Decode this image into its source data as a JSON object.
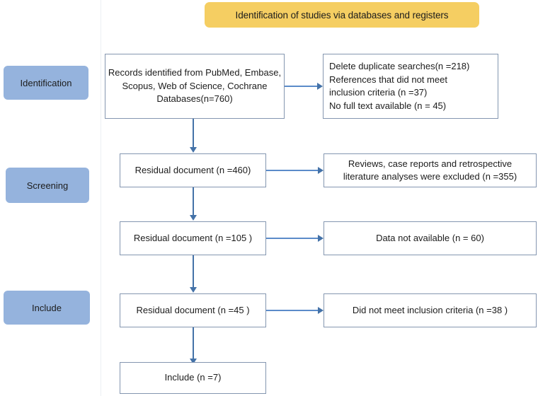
{
  "banner": {
    "title": "Identification of studies via databases and registers",
    "color": "#F5CE62"
  },
  "stages": [
    {
      "label": "Identification",
      "color": "#95B3DD"
    },
    {
      "label": "Screening",
      "color": "#95B3DD"
    },
    {
      "label": "Include",
      "color": "#95B3DD"
    }
  ],
  "flow": {
    "identified": "Records identified from PubMed, Embase, Scopus, Web of Science, Cochrane  Databases(n=760)",
    "excluded_1_line_1": "Delete duplicate searches(n =218)",
    "excluded_1_line_2": "References that did not meet",
    "excluded_1_line_3": "inclusion criteria (n =37)",
    "excluded_1_line_4": "No full text available (n = 45)",
    "residual_460": "Residual document (n =460)",
    "excluded_2_line_1": "Reviews, case reports and retrospective",
    "excluded_2_line_2": "literature analyses were excluded (n =355)",
    "residual_105": "Residual document (n =105 )",
    "excluded_3": "Data not available (n = 60)",
    "residual_45": "Residual document (n =45 )",
    "excluded_4": "Did not meet inclusion criteria (n =38 )",
    "include_7": "Include (n =7)"
  },
  "chart_data": {
    "type": "diagram",
    "title": "Identification of studies via databases and registers",
    "stages": [
      "Identification",
      "Screening",
      "Include"
    ],
    "nodes": [
      {
        "id": "identified",
        "stage": "Identification",
        "label": "Records identified from PubMed, Embase, Scopus, Web of Science, Cochrane  Databases(n=760)",
        "n": 760
      },
      {
        "id": "excluded_1",
        "stage": "Identification",
        "label": "Delete duplicate searches(n =218); References that did not meet inclusion criteria (n =37); No full text available (n = 45)",
        "n": [
          218,
          37,
          45
        ]
      },
      {
        "id": "residual_460",
        "stage": "Screening",
        "label": "Residual document (n =460)",
        "n": 460
      },
      {
        "id": "excluded_2",
        "stage": "Screening",
        "label": "Reviews, case reports and retrospective literature analyses were excluded (n =355)",
        "n": 355
      },
      {
        "id": "residual_105",
        "stage": "Screening",
        "label": "Residual document (n =105 )",
        "n": 105
      },
      {
        "id": "excluded_3",
        "stage": "Screening",
        "label": "Data not available (n = 60)",
        "n": 60
      },
      {
        "id": "residual_45",
        "stage": "Include",
        "label": "Residual document (n =45 )",
        "n": 45
      },
      {
        "id": "excluded_4",
        "stage": "Include",
        "label": "Did not meet inclusion criteria (n =38 )",
        "n": 38
      },
      {
        "id": "include_7",
        "stage": "Include",
        "label": "Include (n =7)",
        "n": 7
      }
    ],
    "edges": [
      {
        "from": "identified",
        "to": "excluded_1",
        "direction": "right"
      },
      {
        "from": "identified",
        "to": "residual_460",
        "direction": "down"
      },
      {
        "from": "residual_460",
        "to": "excluded_2",
        "direction": "right"
      },
      {
        "from": "residual_460",
        "to": "residual_105",
        "direction": "down"
      },
      {
        "from": "residual_105",
        "to": "excluded_3",
        "direction": "right"
      },
      {
        "from": "residual_105",
        "to": "residual_45",
        "direction": "down"
      },
      {
        "from": "residual_45",
        "to": "excluded_4",
        "direction": "right"
      },
      {
        "from": "residual_45",
        "to": "include_7",
        "direction": "down"
      }
    ]
  }
}
